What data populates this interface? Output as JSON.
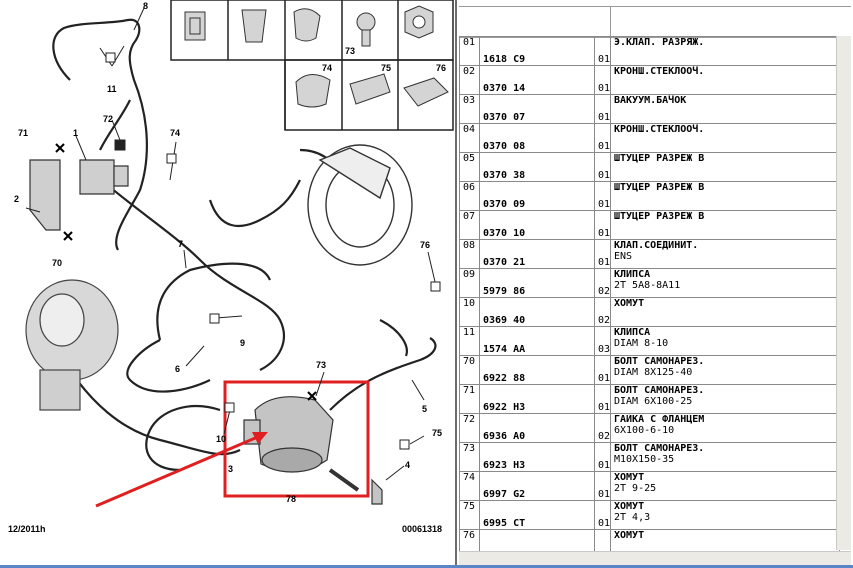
{
  "diagram": {
    "callouts": {
      "n1": "1",
      "n2": "2",
      "n3": "3",
      "n4": "4",
      "n5": "5",
      "n6": "6",
      "n7": "7",
      "n8": "8",
      "n9": "9",
      "n10": "10",
      "n11": "11",
      "n70": "70",
      "n71": "71",
      "n72": "72",
      "n73a": "73",
      "n73b": "73",
      "n74a": "74",
      "n74b": "74",
      "n75a": "75",
      "n75b": "75",
      "n76a": "76",
      "n76b": "76",
      "n78": "78"
    },
    "footer_left": "12/2011h",
    "footer_right": "00061318"
  },
  "parts_table": {
    "rows": [
      {
        "pos": "01",
        "code": "1618 C9",
        "qty": "01",
        "desc1": "Э.КЛАП. РАЗРЯЖ.",
        "desc2": ""
      },
      {
        "pos": "02",
        "code": "0370 14",
        "qty": "01",
        "desc1": "КРОНШ.СТЕКЛООЧ.",
        "desc2": ""
      },
      {
        "pos": "03",
        "code": "0370 07",
        "qty": "01",
        "desc1": "ВАКУУМ.БАЧОК",
        "desc2": ""
      },
      {
        "pos": "04",
        "code": "0370 08",
        "qty": "01",
        "desc1": "КРОНШ.СТЕКЛООЧ.",
        "desc2": ""
      },
      {
        "pos": "05",
        "code": "0370 38",
        "qty": "01",
        "desc1": "ШТУЦЕР РАЗРЕЖ В",
        "desc2": ""
      },
      {
        "pos": "06",
        "code": "0370 09",
        "qty": "01",
        "desc1": "ШТУЦЕР РАЗРЕЖ В",
        "desc2": ""
      },
      {
        "pos": "07",
        "code": "0370 10",
        "qty": "01",
        "desc1": "ШТУЦЕР РАЗРЕЖ В",
        "desc2": ""
      },
      {
        "pos": "08",
        "code": "0370 21",
        "qty": "01",
        "desc1": "КЛАП.СОЕДИНИТ.",
        "desc2": "ENS"
      },
      {
        "pos": "09",
        "code": "5979 86",
        "qty": "02",
        "desc1": "КЛИПСА",
        "desc2": "2T 5A8-8A11"
      },
      {
        "pos": "10",
        "code": "0369 40",
        "qty": "02",
        "desc1": "ХОМУТ",
        "desc2": ""
      },
      {
        "pos": "11",
        "code": "1574 AA",
        "qty": "03",
        "desc1": "КЛИПСА",
        "desc2": "DIAM 8-10"
      },
      {
        "pos": "70",
        "code": "6922 88",
        "qty": "01",
        "desc1": "БОЛТ САМОНАРЕЗ.",
        "desc2": "DIAM 8X125-40"
      },
      {
        "pos": "71",
        "code": "6922 H3",
        "qty": "01",
        "desc1": "БОЛТ САМОНАРЕЗ.",
        "desc2": "DIAM 6X100-25"
      },
      {
        "pos": "72",
        "code": "6936 A0",
        "qty": "02",
        "desc1": "ГАЙКА С ФЛАНЦЕМ",
        "desc2": "6X100-6-10"
      },
      {
        "pos": "73",
        "code": "6923 H3",
        "qty": "01",
        "desc1": "БОЛТ САМОНАРЕЗ.",
        "desc2": "M10X150-35"
      },
      {
        "pos": "74",
        "code": "6997 G2",
        "qty": "01",
        "desc1": "ХОМУТ",
        "desc2": "2T 9-25"
      },
      {
        "pos": "75",
        "code": "6995 CT",
        "qty": "01",
        "desc1": "ХОМУТ",
        "desc2": "2T 4,3"
      },
      {
        "pos": "76",
        "code": "",
        "qty": "",
        "desc1": "ХОМУТ",
        "desc2": ""
      }
    ]
  },
  "colors": {
    "highlight": "#e02020",
    "line": "#222222",
    "part_fill": "#c9c9c9",
    "grid": "#8a8a8a"
  }
}
